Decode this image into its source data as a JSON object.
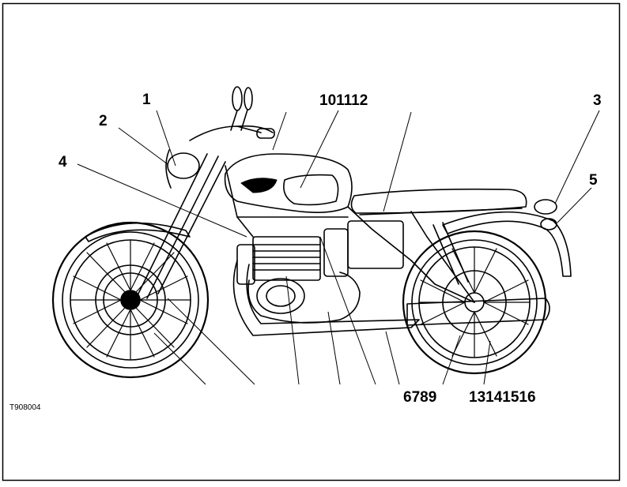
{
  "figure_code": "T908004",
  "callouts": [
    "1",
    "2",
    "3",
    "4",
    "5",
    "101112",
    "6789",
    "13141516"
  ],
  "colors": {
    "line": "#000000",
    "background": "#ffffff"
  }
}
